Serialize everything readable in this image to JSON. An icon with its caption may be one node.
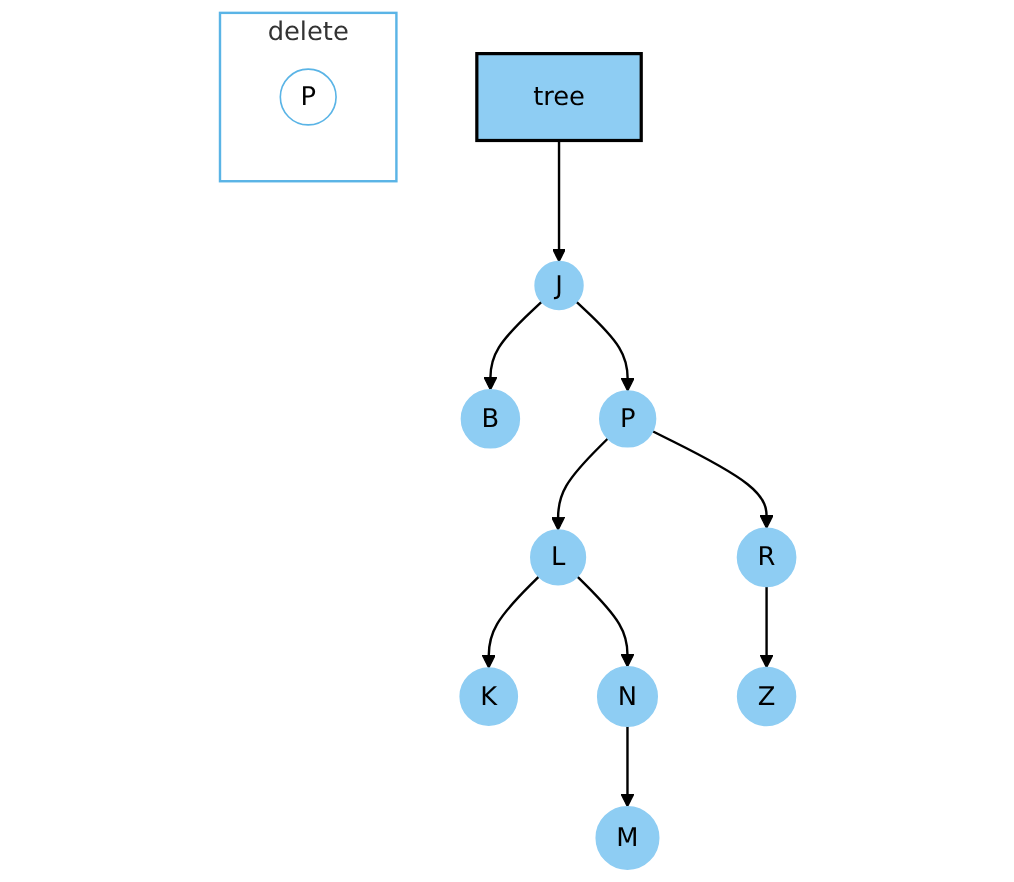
{
  "diagram": {
    "nodes": [
      {
        "text": [
          "tree"
        ]
      },
      {
        "text": [
          "J"
        ]
      },
      {
        "text": [
          "B"
        ]
      },
      {
        "text": [
          "P"
        ]
      },
      {
        "text": [
          "L"
        ]
      },
      {
        "text": [
          "R"
        ]
      },
      {
        "text": [
          "K"
        ]
      },
      {
        "text": [
          "N"
        ]
      },
      {
        "text": [
          "Z"
        ]
      },
      {
        "text": [
          "M"
        ]
      },
      {
        "text": [
          "delete"
        ]
      },
      {
        "text": [
          "P"
        ],
        "in": 10
      }
    ],
    "edges": [
      {
        "from": 0,
        "to": 1,
        "arrow": "to"
      },
      {
        "from": 1,
        "to": 2,
        "arrow": "to"
      },
      {
        "from": 1,
        "to": 3,
        "arrow": "to"
      },
      {
        "from": 3,
        "to": 4,
        "arrow": "to"
      },
      {
        "from": 3,
        "to": 5,
        "arrow": "to"
      },
      {
        "from": 4,
        "to": 6,
        "arrow": "to"
      },
      {
        "from": 4,
        "to": 7,
        "arrow": "to"
      },
      {
        "from": 5,
        "to": 8,
        "arrow": "to"
      },
      {
        "from": 7,
        "to": 9,
        "arrow": "to"
      }
    ]
  }
}
